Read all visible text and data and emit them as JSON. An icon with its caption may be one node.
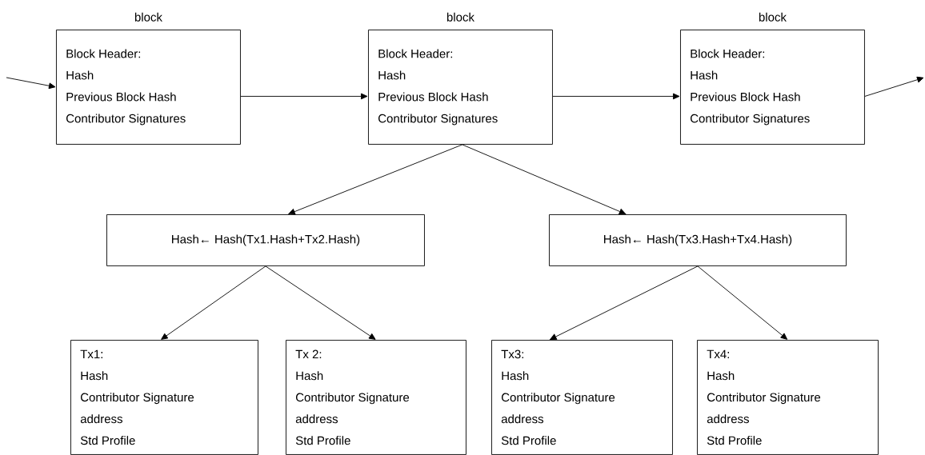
{
  "diagram": {
    "nodes": [
      {
        "text": [
          "block",
          "Block Header:",
          "Hash",
          "Previous Block Hash",
          "Contributor Signatures"
        ]
      },
      {
        "text": [
          "block",
          "Block Header:",
          "Hash",
          "Previous Block Hash",
          "Contributor Signatures"
        ]
      },
      {
        "text": [
          "block",
          "Block Header:",
          "Hash",
          "Previous Block Hash",
          "Contributor Signatures"
        ]
      },
      {
        "text": [
          "Hash← Hash(Tx1.Hash+Tx2.Hash)"
        ]
      },
      {
        "text": [
          "Hash← Hash(Tx3.Hash+Tx4.Hash)"
        ]
      },
      {
        "text": [
          "Tx1:",
          "Hash",
          "Contributor Signature",
          "address",
          "Std Profile"
        ]
      },
      {
        "text": [
          "Tx 2:",
          "Hash",
          "Contributor Signature",
          "address",
          "Std Profile"
        ]
      },
      {
        "text": [
          "Tx3:",
          "Hash",
          "Contributor Signature",
          "address",
          "Std Profile"
        ]
      },
      {
        "text": [
          "Tx4:",
          "Hash",
          "Contributor Signature",
          "address",
          "Std Profile"
        ]
      }
    ],
    "edges": [
      {
        "from": null,
        "to": 0,
        "arrow": "to"
      },
      {
        "from": 0,
        "to": 1,
        "arrow": "to"
      },
      {
        "from": 1,
        "to": 2,
        "arrow": "to"
      },
      {
        "from": 2,
        "to": null,
        "arrow": "to"
      },
      {
        "from": 1,
        "to": 3,
        "arrow": "to"
      },
      {
        "from": 1,
        "to": 4,
        "arrow": "to"
      },
      {
        "from": 3,
        "to": 5,
        "arrow": "to"
      },
      {
        "from": 3,
        "to": 6,
        "arrow": "to"
      },
      {
        "from": 4,
        "to": 7,
        "arrow": "to"
      },
      {
        "from": 4,
        "to": 8,
        "arrow": "to"
      }
    ]
  }
}
